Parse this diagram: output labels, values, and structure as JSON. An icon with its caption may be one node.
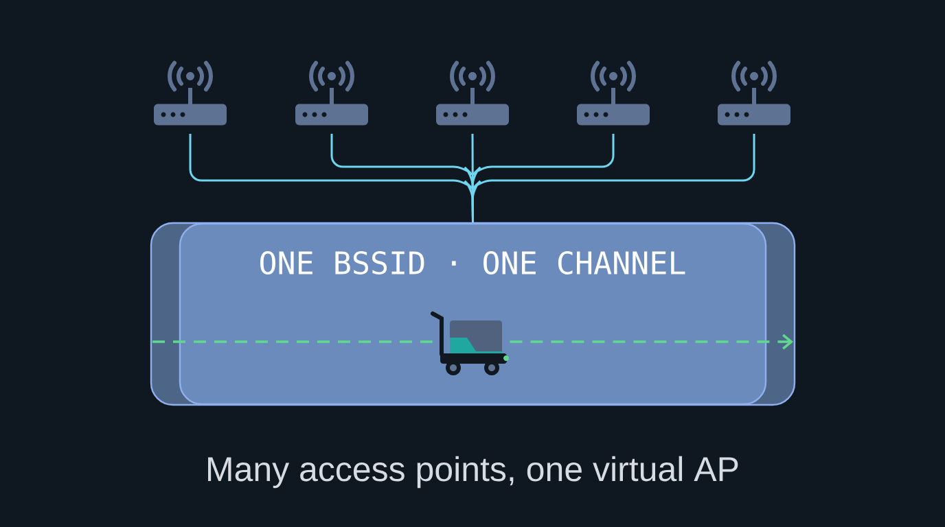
{
  "diagram": {
    "caption": "Many access points, one virtual AP",
    "nodes": [
      {
        "text": [],
        "shape": "router"
      },
      {
        "text": [],
        "shape": "router"
      },
      {
        "text": [],
        "shape": "router"
      },
      {
        "text": [],
        "shape": "router"
      },
      {
        "text": [],
        "shape": "router"
      },
      {
        "text": [
          "ONE BSSID · ONE CHANNEL"
        ]
      },
      {
        "text": [],
        "shape": "cart",
        "in": 5
      }
    ],
    "edges": [
      {
        "from": 0,
        "to": 5,
        "arrow": "none"
      },
      {
        "from": 1,
        "to": 5,
        "arrow": "none"
      },
      {
        "from": 2,
        "to": 5,
        "arrow": "none"
      },
      {
        "from": 3,
        "to": 5,
        "arrow": "none"
      },
      {
        "from": 4,
        "to": 5,
        "arrow": "none"
      },
      {
        "from": null,
        "to": 6,
        "arrow": "none",
        "style": "dashed",
        "color": "#5fd98f"
      },
      {
        "from": 6,
        "to": null,
        "arrow": "to",
        "style": "dashed",
        "color": "#5fd98f"
      }
    ]
  }
}
